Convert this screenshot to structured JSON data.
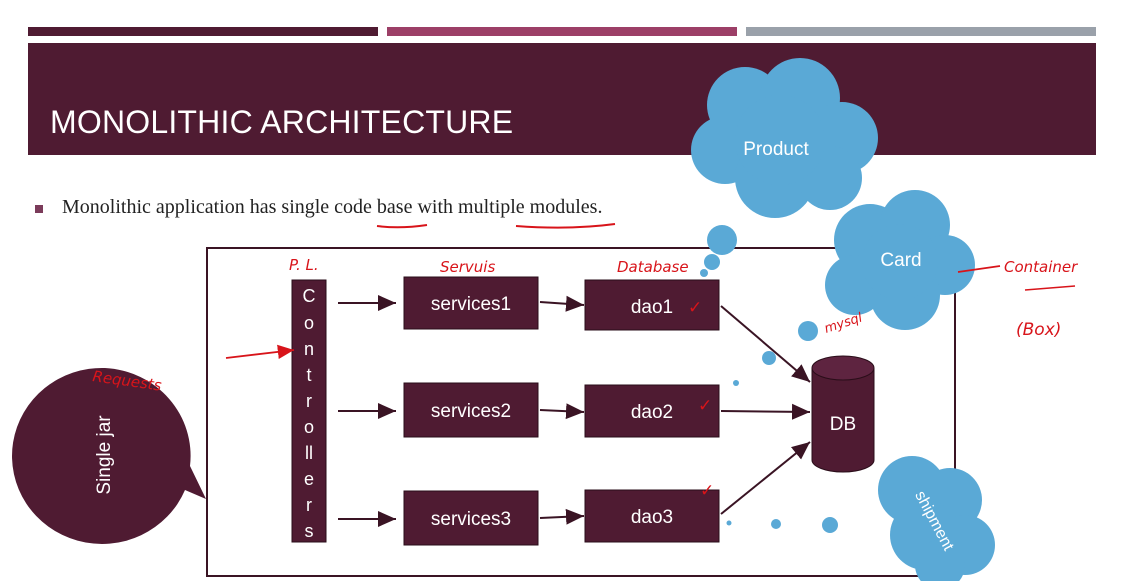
{
  "slide": {
    "title": "MONOLITHIC ARCHITECTURE",
    "bullet": "Monolithic application has single code base with multiple modules."
  },
  "diagram": {
    "controllers_letters": [
      "C",
      "o",
      "n",
      "t",
      "r",
      "o",
      "ll",
      "e",
      "r",
      "s"
    ],
    "services": [
      "services1",
      "services2",
      "services3"
    ],
    "daos": [
      "dao1",
      "dao2",
      "dao3"
    ],
    "db_label": "DB",
    "speech_bubble_label": "Single jar",
    "clouds": [
      "Product",
      "Card",
      "shipment"
    ]
  },
  "annotations": {
    "pl": "P. L.",
    "services_note": "Servuis",
    "database_note": "Database",
    "requests": "Requests",
    "mysql": "mysql",
    "container": "Container",
    "box": "(Box)",
    "check": "✓"
  },
  "colors": {
    "dark_maroon": "#4f1b32",
    "mid_maroon": "#9c3f67",
    "grey": "#9aa1aa",
    "cloud_blue": "#5aa9d6",
    "ink_red": "#d8141a"
  }
}
